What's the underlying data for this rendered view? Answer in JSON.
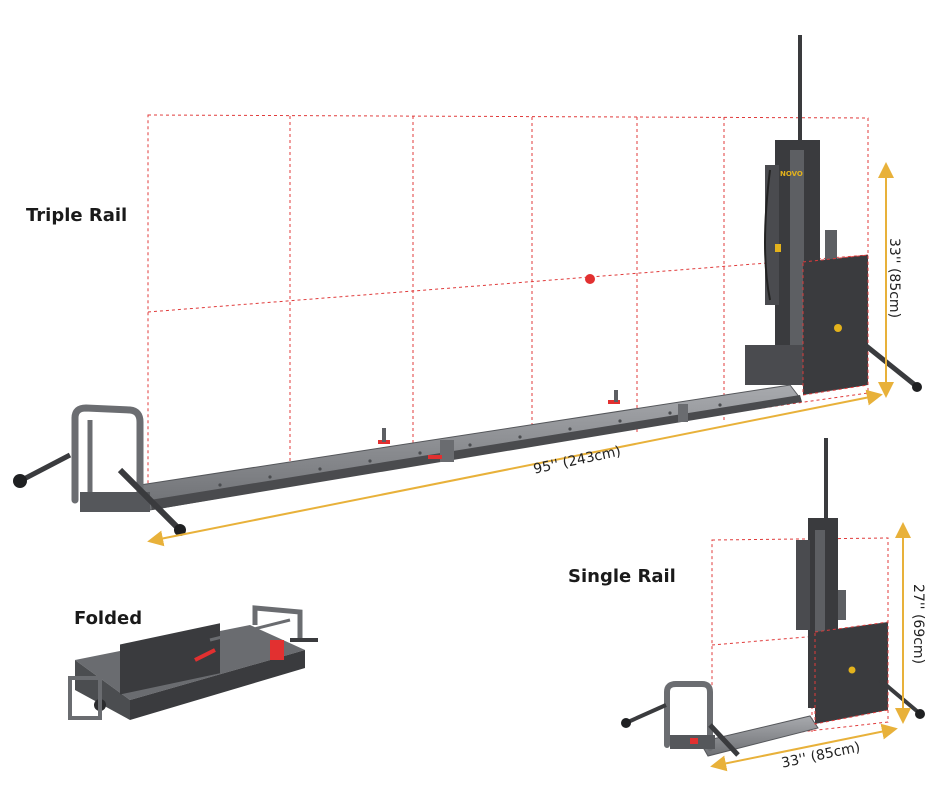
{
  "labels": {
    "triple_rail": "Triple Rail",
    "single_rail": "Single Rail",
    "folded": "Folded"
  },
  "dimensions": {
    "triple_width": "95'' (243cm)",
    "triple_height": "33'' (85cm)",
    "single_width": "33'' (85cm)",
    "single_height": "27'' (69cm)"
  },
  "logo_text": "NOVO",
  "colors": {
    "dimension_arrow": "#e8b13a",
    "grid_line": "#e03b3b",
    "metal_dark": "#3a3b3e",
    "metal_mid": "#5d5f63",
    "rail_grey": "#8a8c90",
    "accent_red": "#e23030",
    "accent_yellow": "#e3b21c"
  }
}
